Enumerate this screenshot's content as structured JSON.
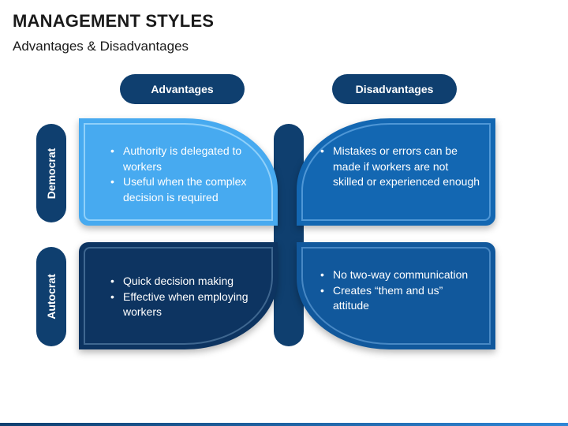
{
  "title": "MANAGEMENT STYLES",
  "subtitle": "Advantages & Disadvantages",
  "columns": {
    "advantages": "Advantages",
    "disadvantages": "Disadvantages"
  },
  "rows": {
    "democrat": "Democrat",
    "autocrat": "Autocrat"
  },
  "quadrants": {
    "democrat_advantages": [
      "Authority is delegated to workers",
      "Useful when the complex decision is required"
    ],
    "democrat_disadvantages": [
      "Mistakes or errors can be made if workers are not skilled or experienced enough"
    ],
    "autocrat_advantages": [
      "Quick decision making",
      "Effective when employing workers"
    ],
    "autocrat_disadvantages": [
      "No two-way communication",
      "Creates “them and us” attitude"
    ]
  },
  "colors": {
    "navy": "#0f3f6f",
    "light_blue": "#47aaf0",
    "mid_blue": "#1367b2",
    "dark_blue": "#0d3461",
    "steel_blue": "#11589c"
  }
}
